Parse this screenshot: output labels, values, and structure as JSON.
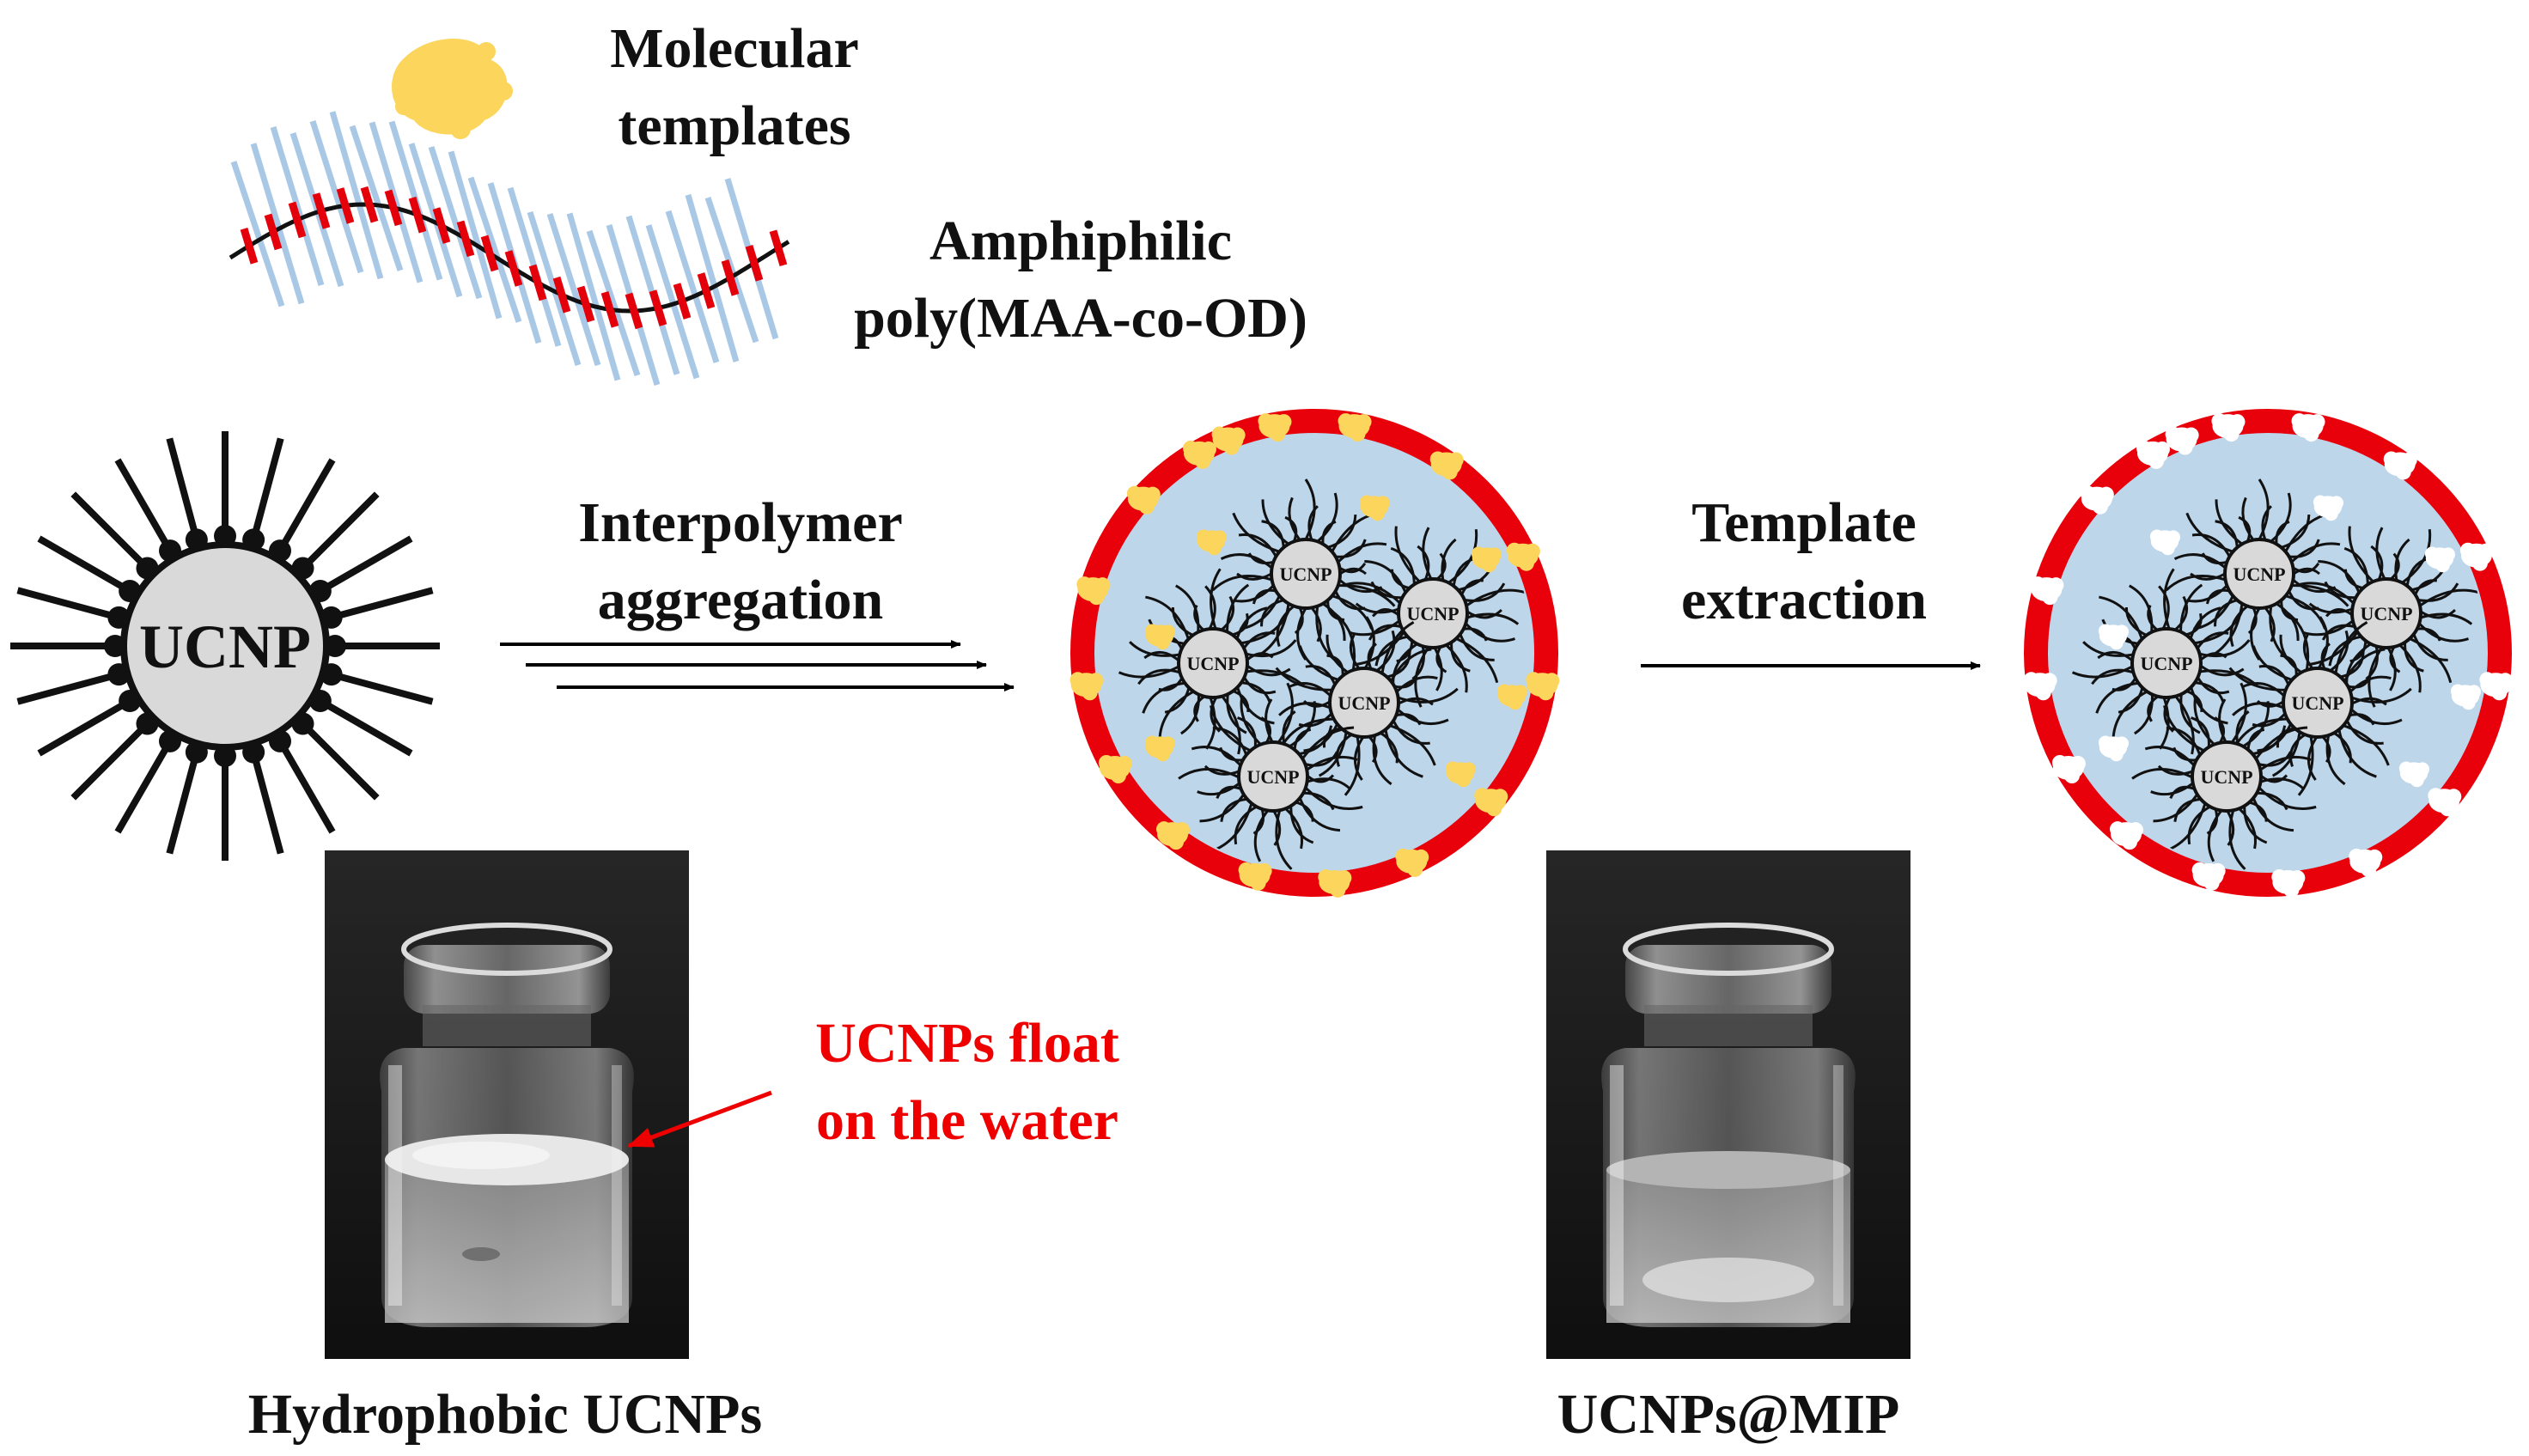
{
  "labels": {
    "molecular_templates_1": "Molecular",
    "molecular_templates_2": "templates",
    "polymer_1": "Amphiphilic",
    "polymer_2": "poly(MAA-co-OD)",
    "step1_1": "Interpolymer",
    "step1_2": "aggregation",
    "step2_1": "Template",
    "step2_2": "extraction",
    "core_large": "UCNP",
    "core_small": "UCNP",
    "float_1": "UCNPs float",
    "float_2": "on the water",
    "caption_left": "Hydrophobic UCNPs",
    "caption_right": "UCNPs@MIP"
  },
  "colors": {
    "shell": "#e8000b",
    "core_fill": "#d9d9d9",
    "interior": "#bed6ea",
    "template": "#fbd55c",
    "backbone": "#111111",
    "hydrophobic_chains": "#a9c8e5",
    "hydrophilic_units": "#e3000b",
    "annotation": "#ee0000"
  },
  "icons": {
    "template_molecule": "yellow-blob-icon",
    "vacant_site": "white-cavity-icon"
  }
}
